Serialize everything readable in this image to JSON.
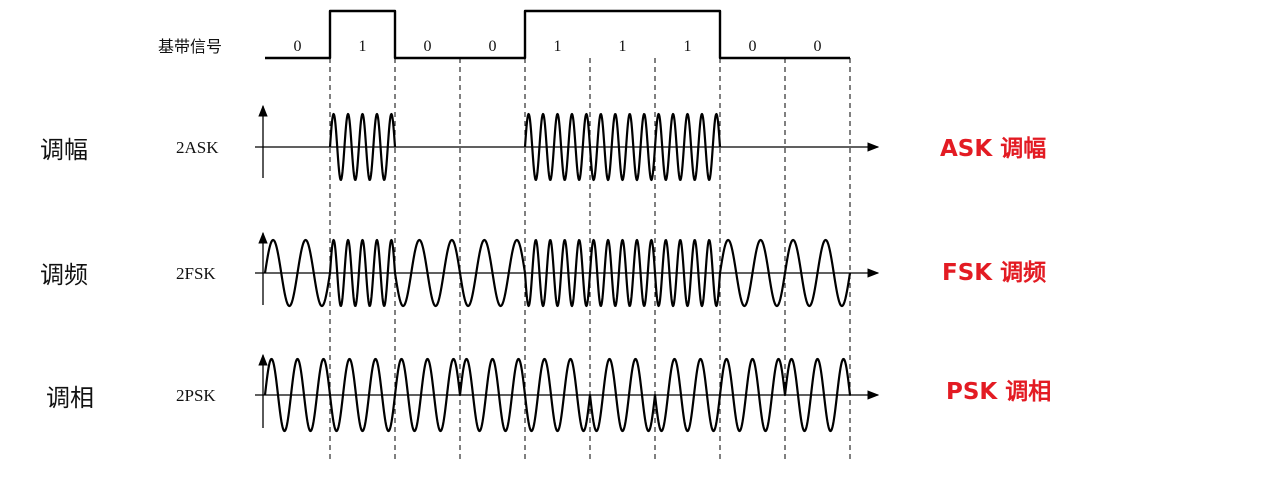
{
  "baseband": {
    "label": "基带信号",
    "bits": [
      "0",
      "1",
      "0",
      "0",
      "1",
      "1",
      "1",
      "0",
      "0"
    ]
  },
  "rows": [
    {
      "key": "ask",
      "left_label": "调幅",
      "signal_label": "2ASK",
      "right_label": "ASK 调幅"
    },
    {
      "key": "fsk",
      "left_label": "调频",
      "signal_label": "2FSK",
      "right_label": "FSK 调频"
    },
    {
      "key": "psk",
      "left_label": "调相",
      "signal_label": "2PSK",
      "right_label": "PSK 调相"
    }
  ],
  "colors": {
    "ink": "#000000",
    "highlight": "#e31b23"
  }
}
